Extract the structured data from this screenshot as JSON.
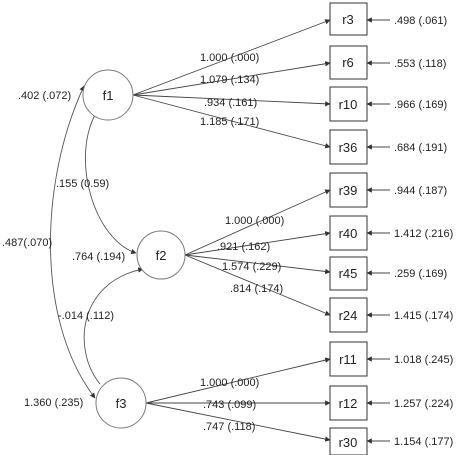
{
  "factors": [
    {
      "id": "f1",
      "label": "f1"
    },
    {
      "id": "f2",
      "label": "f2"
    },
    {
      "id": "f3",
      "label": "f3"
    }
  ],
  "variances": {
    "f1": ".402 (.072)",
    "f2": ".764 (.194)",
    "f3": "1.360 (.235)"
  },
  "covariances": {
    "f1_f2": ".155 (0.59)",
    "f2_f3": "-.014 (.112)",
    "f1_f3": ".487(.070)"
  },
  "items": [
    {
      "id": "r3",
      "label": "r3",
      "factor": "f1",
      "loading": "1.000 (.000)",
      "error": ".498 (.061)"
    },
    {
      "id": "r6",
      "label": "r6",
      "factor": "f1",
      "loading": "1.079 (.134)",
      "error": ".553 (.118)"
    },
    {
      "id": "r10",
      "label": "r10",
      "factor": "f1",
      "loading": ".934 (.161)",
      "error": ".966 (.169)"
    },
    {
      "id": "r36",
      "label": "r36",
      "factor": "f1",
      "loading": "1.185 (.171)",
      "error": ".684 (.191)"
    },
    {
      "id": "r39",
      "label": "r39",
      "factor": "f2",
      "loading": "1.000 (.000)",
      "error": ".944 (.187)"
    },
    {
      "id": "r40",
      "label": "r40",
      "factor": "f2",
      "loading": ".921 (.162)",
      "error": "1.412 (.216)"
    },
    {
      "id": "r45",
      "label": "r45",
      "factor": "f2",
      "loading": "1.574 (.229)",
      "error": ".259 (.169)"
    },
    {
      "id": "r24",
      "label": "r24",
      "factor": "f2",
      "loading": ".814 (.174)",
      "error": "1.415 (.174)"
    },
    {
      "id": "r11",
      "label": "r11",
      "factor": "f3",
      "loading": "1.000 (.000)",
      "error": "1.018 (.245)"
    },
    {
      "id": "r12",
      "label": "r12",
      "factor": "f3",
      "loading": ".743 (.099)",
      "error": "1.257 (.224)"
    },
    {
      "id": "r30",
      "label": "r30",
      "factor": "f3",
      "loading": ".747 (.118)",
      "error": "1.154 (.177)"
    }
  ]
}
